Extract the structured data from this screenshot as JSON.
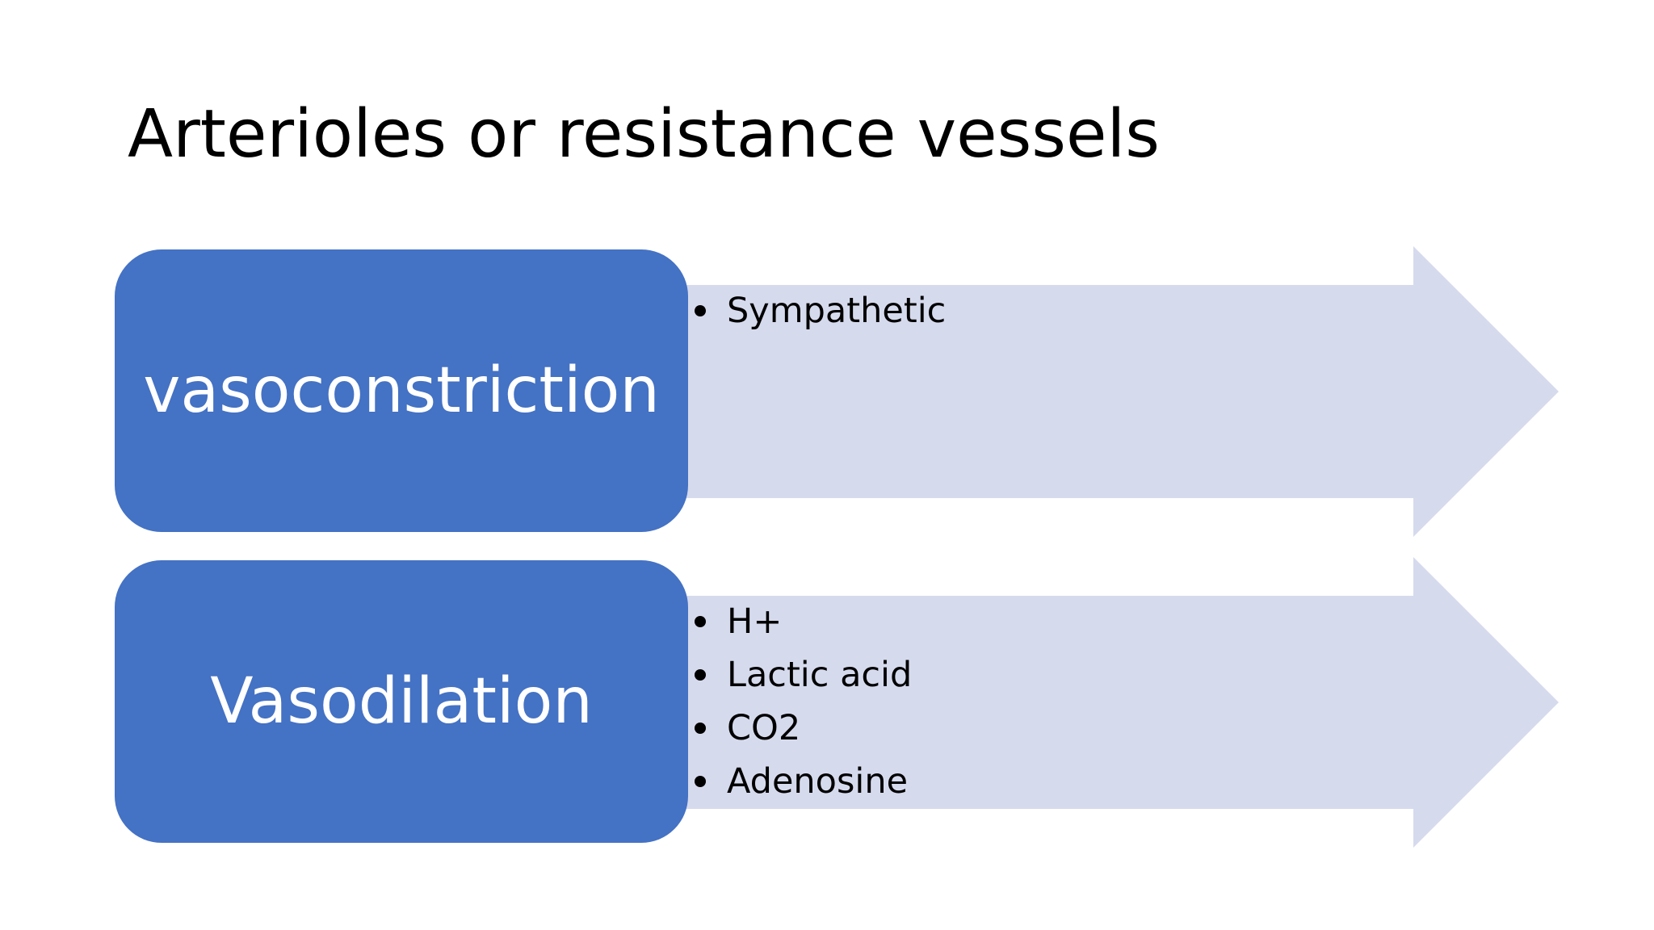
{
  "slide": {
    "title": "Arterioles or resistance vessels"
  },
  "rows": [
    {
      "category": "vasoconstriction",
      "items": [
        "Sympathetic"
      ]
    },
    {
      "category": "Vasodilation",
      "items": [
        "H+",
        "Lactic acid",
        "CO2",
        "Adenosine"
      ]
    }
  ],
  "colors": {
    "box_fill": "#4472c4",
    "arrow_fill": "#d6daed",
    "box_text": "#ffffff",
    "body_text": "#000000",
    "background": "#ffffff"
  }
}
